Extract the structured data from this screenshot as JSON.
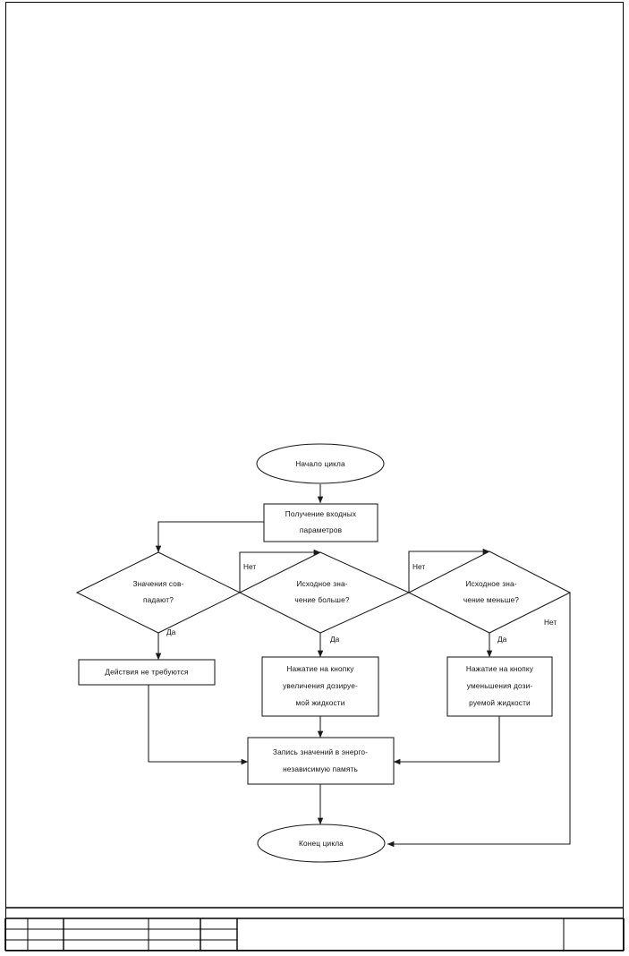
{
  "document": {
    "type": "flowchart",
    "language": "ru",
    "sheet_frame": true
  },
  "flowchart": {
    "nodes": {
      "start": {
        "shape": "ellipse",
        "label": "Начало цикла"
      },
      "input_params": {
        "shape": "process",
        "lines": [
          "Получение входных",
          "параметров"
        ]
      },
      "decision_equal": {
        "shape": "decision",
        "lines": [
          "Значения сов-",
          "падают?"
        ]
      },
      "decision_greater": {
        "shape": "decision",
        "lines": [
          "Исходное зна-",
          "чение больше?"
        ]
      },
      "decision_less": {
        "shape": "decision",
        "lines": [
          "Исходное зна-",
          "чение меньше?"
        ]
      },
      "no_action": {
        "shape": "process",
        "lines": [
          "Действия не требуются"
        ]
      },
      "press_increase": {
        "shape": "process",
        "lines": [
          "Нажатие на кнопку",
          "увеличения дозируе-",
          "мой жидкости"
        ]
      },
      "press_decrease": {
        "shape": "process",
        "lines": [
          "Нажатие на кнопку",
          "уменьшения дози-",
          "руемой жидкости"
        ]
      },
      "save_memory": {
        "shape": "process",
        "lines": [
          "Запись значений в энерго-",
          "независимую память"
        ]
      },
      "end": {
        "shape": "ellipse",
        "label": "Конец цикла"
      }
    },
    "edge_labels": {
      "equal_yes": "Да",
      "equal_no": "Нет",
      "greater_yes": "Да",
      "greater_no": "Нет",
      "less_yes": "Да",
      "less_no_left": "Нет",
      "less_no_right": "Нет"
    },
    "colors": {
      "stroke": "#1a1a1a",
      "fill": "#ffffff",
      "text": "#111111"
    }
  },
  "title_block": {
    "cells": []
  }
}
